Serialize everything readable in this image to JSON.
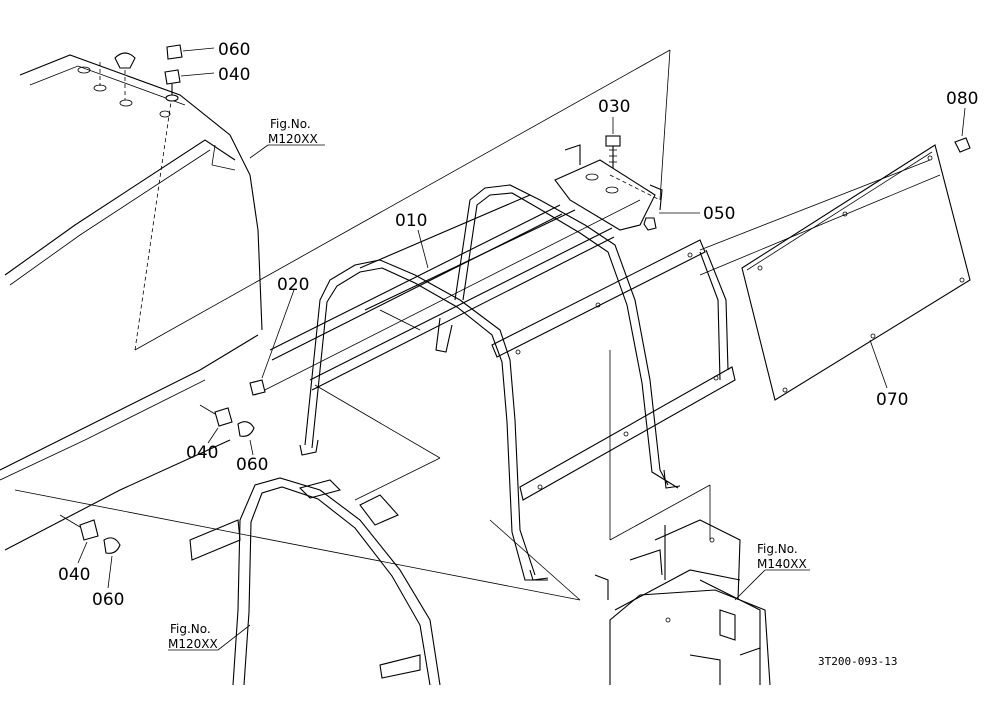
{
  "parts": {
    "p010": "010",
    "p020": "020",
    "p030": "030",
    "p040a": "040",
    "p040b": "040",
    "p040c": "040",
    "p050": "050",
    "p060a": "060",
    "p060b": "060",
    "p060c": "060",
    "p070": "070",
    "p080": "080"
  },
  "figure_refs": {
    "top_left": {
      "title": "Fig.No.",
      "code": "M120XX"
    },
    "bottom_left": {
      "title": "Fig.No.",
      "code": "M120XX"
    },
    "right": {
      "title": "Fig.No.",
      "code": "M140XX"
    }
  },
  "drawing_code": "3T200-093-13"
}
